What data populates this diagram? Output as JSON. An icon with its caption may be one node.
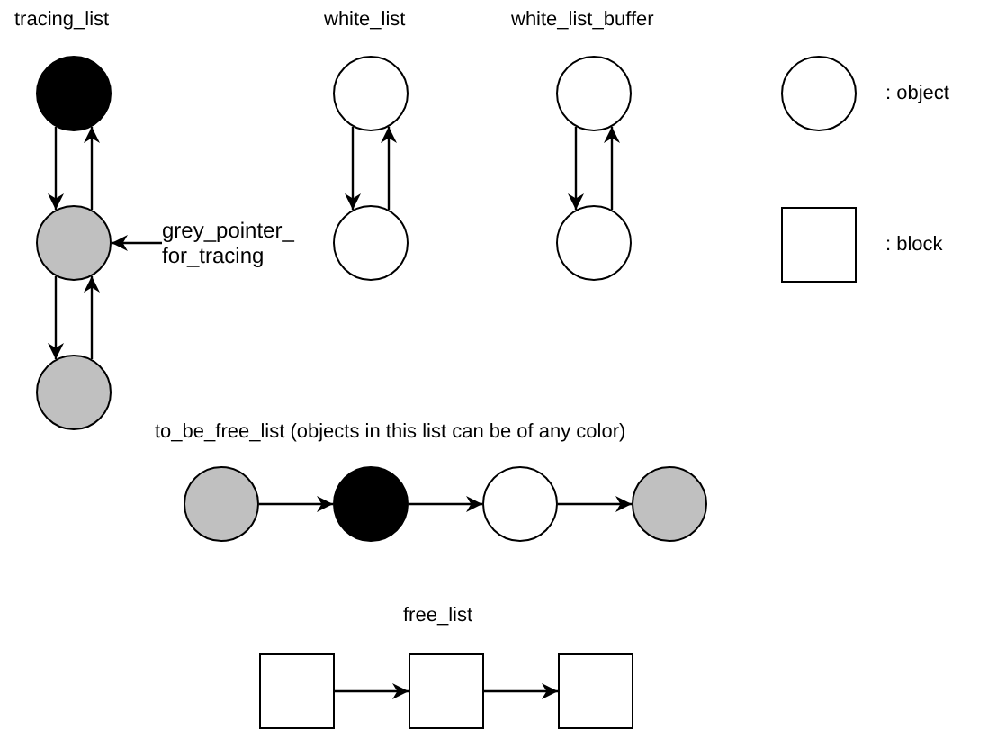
{
  "diagram": {
    "nodes": [
      {
        "text": [],
        "shape": "circle"
      },
      {
        "text": [],
        "shape": "circle"
      },
      {
        "text": [],
        "shape": "circle"
      },
      {
        "text": [],
        "shape": "circle"
      },
      {
        "text": [],
        "shape": "circle"
      },
      {
        "text": [],
        "shape": "circle"
      },
      {
        "text": [],
        "shape": "circle"
      },
      {
        "text": [
          "grey_pointer_ for_tracing"
        ]
      },
      {
        "text": [],
        "shape": "circle"
      },
      {
        "text": [],
        "shape": "circle"
      },
      {
        "text": [],
        "shape": "circle"
      },
      {
        "text": [],
        "shape": "circle"
      },
      {
        "text": [],
        "shape": "box"
      },
      {
        "text": [],
        "shape": "box"
      },
      {
        "text": [],
        "shape": "box"
      }
    ],
    "edges": [
      {
        "from": 0,
        "to": 1,
        "arrow": "to"
      },
      {
        "from": 1,
        "to": 0,
        "arrow": "to"
      },
      {
        "from": 1,
        "to": 2,
        "arrow": "to"
      },
      {
        "from": 2,
        "to": 1,
        "arrow": "to"
      },
      {
        "from": 3,
        "to": 4,
        "arrow": "to"
      },
      {
        "from": 4,
        "to": 3,
        "arrow": "to"
      },
      {
        "from": 5,
        "to": 6,
        "arrow": "to"
      },
      {
        "from": 6,
        "to": 5,
        "arrow": "to"
      },
      {
        "from": 7,
        "to": 1,
        "arrow": "to"
      },
      {
        "from": 8,
        "to": 9,
        "arrow": "to"
      },
      {
        "from": 9,
        "to": 10,
        "arrow": "to"
      },
      {
        "from": 10,
        "to": 11,
        "arrow": "to"
      },
      {
        "from": 12,
        "to": 13,
        "arrow": "to"
      },
      {
        "from": 13,
        "to": 14,
        "arrow": "to"
      }
    ],
    "labels": [
      "tracing_list",
      "white_list",
      "white_list_buffer",
      "to_be_free_list (objects in this list can be of any color)",
      "free_list"
    ],
    "legend": [
      {
        "text": ": object"
      },
      {
        "text": ": block"
      }
    ]
  }
}
